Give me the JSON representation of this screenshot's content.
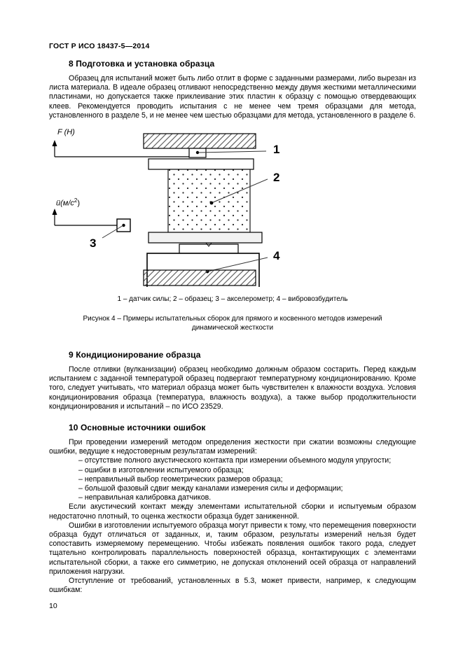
{
  "document": {
    "header": "ГОСТ Р ИСО 18437-5—2014",
    "page_number": "10"
  },
  "sections": [
    {
      "heading": "8 Подготовка и установка образца",
      "paragraphs": [
        "Образец для испытаний может быть либо отлит в форме с заданными размерами, либо вырезан из листа материала. В идеале образец отливают непосредственно между двумя жесткими металлическими пластинами, но допускается также приклеивание этих пластин к образцу с помощью отвердевающих клеев. Рекомендуется проводить испытания с не менее чем тремя образцами для метода, установленного в разделе 5, и не менее чем шестью образцами для метода, установленного в разделе 6."
      ]
    },
    {
      "heading": "9 Кондиционирование образца",
      "paragraphs": [
        "После отливки (вулканизации) образец необходимо должным образом состарить. Перед каждым испытанием с заданной температурой образец подвергают температурному кондиционированию. Кроме того, следует учитывать, что материал образца может быть чувствителен к влажности воздуха. Условия кондиционирования образца (температура, влажность воздуха), а также выбор продолжительности кондиционирования и испытаний – по ИСО 23529."
      ]
    },
    {
      "heading": "10 Основные источники ошибок",
      "paragraphs": [
        "При проведении измерений методом определения жесткости при сжатии возможны следующие ошибки, ведущие к недостоверным результатам измерений:",
        "Если акустический контакт между элементами испытательной сборки и испытуемым образом недостаточно плотный, то оценка жесткости образца будет заниженной.",
        "Ошибки в изготовлении испытуемого образца могут привести к тому, что перемещения поверхности образца будут отличаться от заданных, и, таким образом,  результаты измерений нельзя будет сопоставить измеряемому перемещению. Чтобы избежать появления ошибок такого рода, следует тщательно контролировать параллельность поверхностей образца, контактирующих с элементами испытательной сборки, а также его симметрию, не допуская отклонений осей образца от направлений приложения нагрузки.",
        "Отступление от требований, установленных в 5.3, может привести, например, к следующим ошибкам:"
      ],
      "error_list": [
        "– отсутствие полного акустического контакта при измерении объемного модуля упругости;",
        "– ошибки в изготовлении испытуемого образца;",
        "– неправильный выбор геометрических размеров образца;",
        "– большой фазовый сдвиг между каналами измерения силы и деформации;",
        "– неправильная калибровка датчиков."
      ]
    }
  ],
  "figure": {
    "axis_force_label": "F (H)",
    "axis_accel_label": "ü(м/с",
    "axis_accel_exponent": "2",
    "axis_accel_close": ")",
    "callouts": [
      {
        "number": "1"
      },
      {
        "number": "2"
      },
      {
        "number": "3"
      },
      {
        "number": "4"
      }
    ],
    "legend": "1 – датчик силы; 2 – образец; 3 – акселерометр; 4 – вибровозбудитель",
    "caption_line1": "Рисунок 4 – Примеры испытательных сборок для прямого и косвенного методов измерений",
    "caption_line2": "динамической жесткости"
  },
  "colors": {
    "text": "#000000",
    "page_background": "#ffffff",
    "hatch": "#6a6a6a",
    "fill_light": "#f2f2f2"
  }
}
